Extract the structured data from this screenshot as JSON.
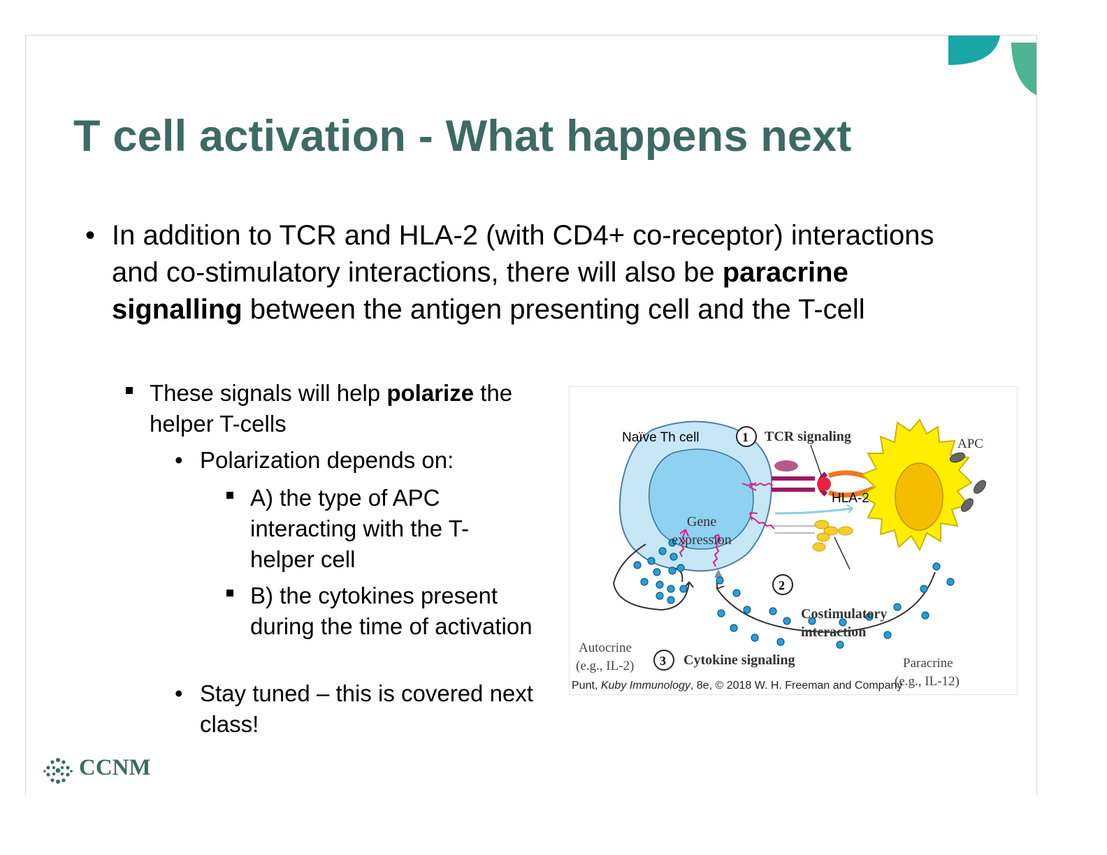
{
  "slide": {
    "title": "T cell activation - What happens next",
    "bullets": {
      "b1": {
        "marker": "•",
        "pre": "In addition to TCR and HLA-2 (with CD4+ co-receptor) interactions and co-stimulatory interactions, there will also be ",
        "bold": "paracrine signalling",
        "post": " between the antigen presenting cell and the T-cell"
      },
      "b2": {
        "pre": "These signals will help ",
        "bold": "polarize",
        "post": " the helper T-cells"
      },
      "b3": {
        "marker": "•",
        "text": "Polarization depends on:"
      },
      "b4": {
        "text": "A) the type of APC interacting with the T-helper cell"
      },
      "b5": {
        "text": "B) the cytokines present during the time of activation"
      },
      "b6": {
        "marker": "•",
        "text": "Stay tuned – this is covered next class!"
      }
    }
  },
  "figure": {
    "labels": {
      "naive_cell": "Naïve Th cell",
      "apc": "APC",
      "hla2": "HLA-2",
      "gene_line1": "Gene",
      "gene_line2": "expression",
      "step1_num": "1",
      "step1": "TCR signaling",
      "step2_num": "2",
      "step2_line1": "Costimulatory",
      "step2_line2": "interaction",
      "step3_num": "3",
      "step3": "Cytokine signaling",
      "autocrine_line1": "Autocrine",
      "autocrine_line2": "(e.g., IL-2)",
      "paracrine_line1": "Paracrine",
      "paracrine_line2": "(e.g., IL-12)"
    },
    "credit": {
      "author": "Punt, ",
      "book": "Kuby Immunology",
      "rest": ", 8e, © 2018 W. H. Freeman and Company"
    }
  },
  "logo": {
    "text": "CCNM"
  },
  "colors": {
    "title": "#3c6b63",
    "accent_teal": "#1aa5a6",
    "accent_green": "#4db392",
    "cell_outer": "#c7e7f7",
    "nucleus": "#8fd1f0",
    "apc_body": "#ffee00",
    "apc_nucleus": "#f4bd00",
    "cytokine": "#2a9ed6",
    "signal_arrow": "#e0208a"
  }
}
